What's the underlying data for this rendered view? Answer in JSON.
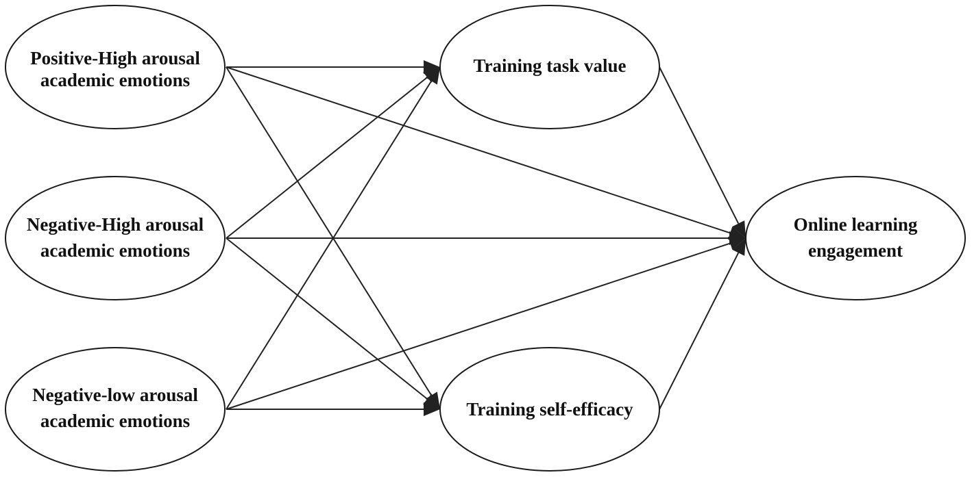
{
  "nodes": [
    {
      "id": "phae",
      "lines": [
        "Positive-High arousal",
        "academic emotions"
      ]
    },
    {
      "id": "nhae",
      "lines": [
        "Negative-High arousal",
        "academic emotions"
      ]
    },
    {
      "id": "nlae",
      "lines": [
        "Negative-low arousal",
        "academic emotions"
      ]
    },
    {
      "id": "ttv",
      "lines": [
        "Training task value"
      ]
    },
    {
      "id": "tse",
      "lines": [
        "Training self-efficacy"
      ]
    },
    {
      "id": "ole",
      "lines": [
        "Online learning",
        "engagement"
      ]
    }
  ],
  "edges": [
    {
      "from": "phae",
      "to": "ttv"
    },
    {
      "from": "phae",
      "to": "tse"
    },
    {
      "from": "phae",
      "to": "ole"
    },
    {
      "from": "nhae",
      "to": "ttv"
    },
    {
      "from": "nhae",
      "to": "tse"
    },
    {
      "from": "nhae",
      "to": "ole"
    },
    {
      "from": "nlae",
      "to": "ttv"
    },
    {
      "from": "nlae",
      "to": "tse"
    },
    {
      "from": "nlae",
      "to": "ole"
    },
    {
      "from": "ttv",
      "to": "ole"
    },
    {
      "from": "tse",
      "to": "ole"
    }
  ]
}
